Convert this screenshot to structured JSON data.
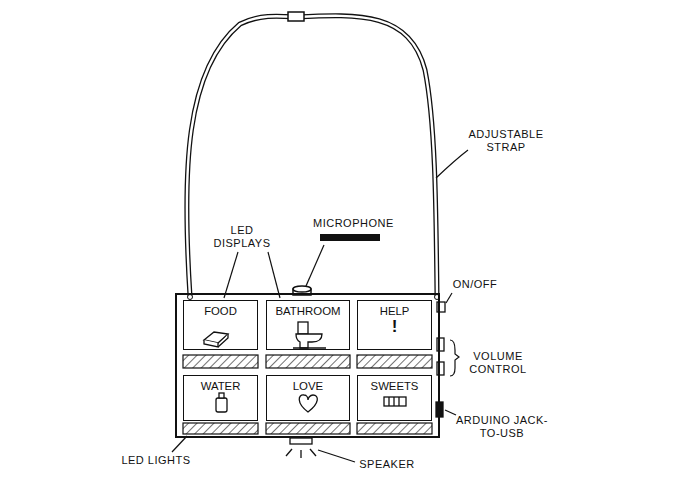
{
  "diagram": {
    "nodes": [
      {
        "text": []
      },
      {
        "text": [
          "FOOD"
        ],
        "in": 0
      },
      {
        "text": [
          "BATHROOM"
        ],
        "in": 0
      },
      {
        "text": [
          "HELP",
          "!"
        ],
        "in": 0
      },
      {
        "text": [
          "WATER"
        ],
        "in": 0
      },
      {
        "text": [
          "LOVE"
        ],
        "in": 0
      },
      {
        "text": [
          "SWEETS"
        ],
        "in": 0
      }
    ],
    "labels": [
      "LED DISPLAYS",
      "MICROPHONE",
      "ADJUSTABLE STRAP",
      "ON/OFF",
      "VOLUME CONTROL",
      "ARDUINO JACK-TO-USB",
      "LED LIGHTS",
      "SPEAKER"
    ]
  }
}
